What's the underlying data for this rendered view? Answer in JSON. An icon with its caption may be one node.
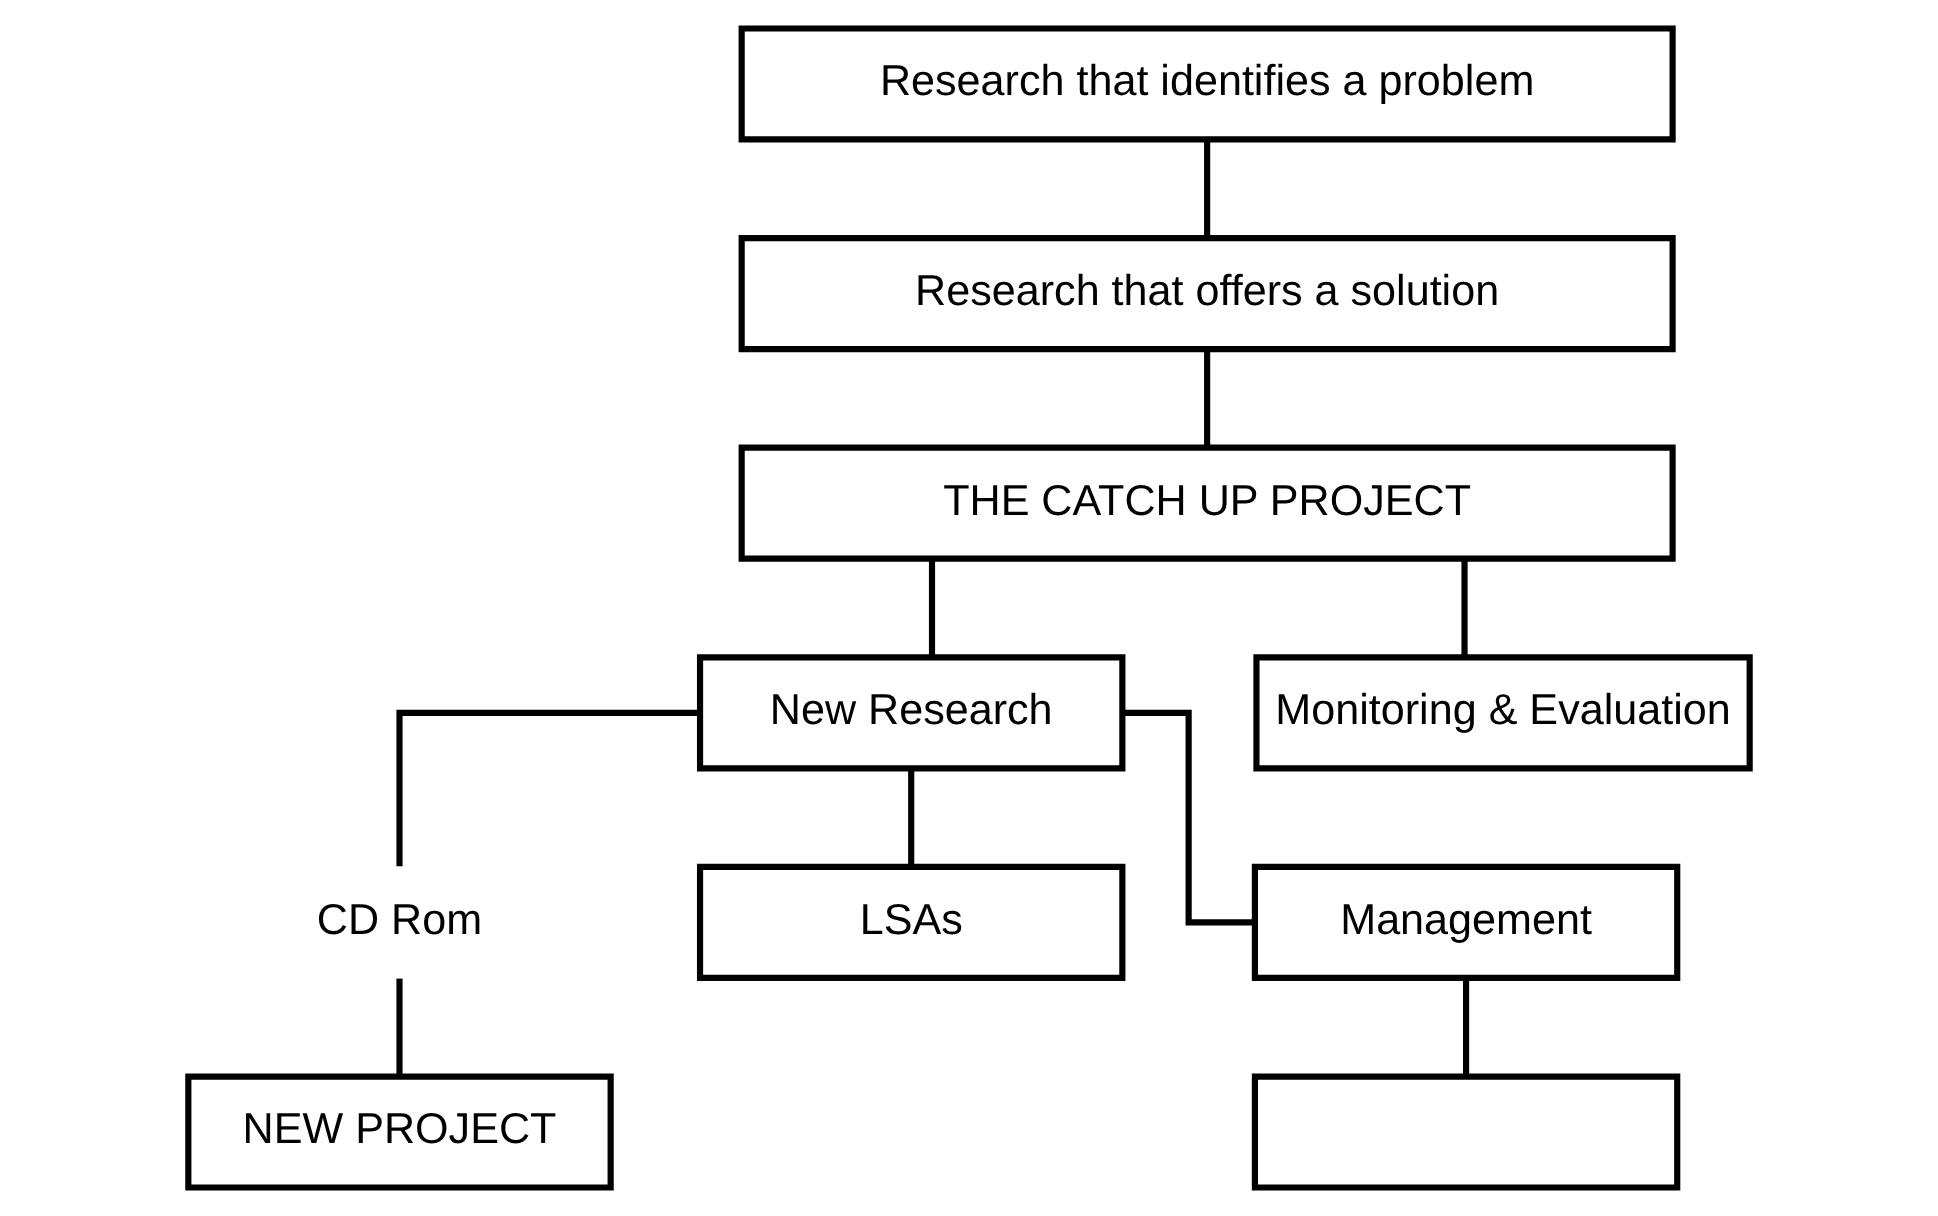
{
  "diagram": {
    "nodes": [
      {
        "text": [
          "Research that identifies a problem"
        ]
      },
      {
        "text": [
          "Research that offers a solution"
        ]
      },
      {
        "text": [
          "THE CATCH UP PROJECT"
        ]
      },
      {
        "text": [
          "New Research"
        ]
      },
      {
        "text": [
          "Monitoring & Evaluation"
        ]
      },
      {
        "text": [
          "CD Rom"
        ]
      },
      {
        "text": [
          "LSAs"
        ]
      },
      {
        "text": [
          "Management"
        ]
      },
      {
        "text": [
          "NEW PROJECT"
        ]
      },
      {
        "text": [],
        "shape": "box"
      }
    ],
    "edges": [
      {
        "from": 0,
        "to": 1,
        "arrow": "none"
      },
      {
        "from": 1,
        "to": 2,
        "arrow": "none"
      },
      {
        "from": 2,
        "to": 3,
        "arrow": "none"
      },
      {
        "from": 2,
        "to": 4,
        "arrow": "none"
      },
      {
        "from": 3,
        "to": 5,
        "arrow": "none"
      },
      {
        "from": 3,
        "to": 6,
        "arrow": "none"
      },
      {
        "from": 3,
        "to": 7,
        "arrow": "none"
      },
      {
        "from": 5,
        "to": 8,
        "arrow": "none"
      },
      {
        "from": 7,
        "to": 9,
        "arrow": "none"
      }
    ]
  }
}
